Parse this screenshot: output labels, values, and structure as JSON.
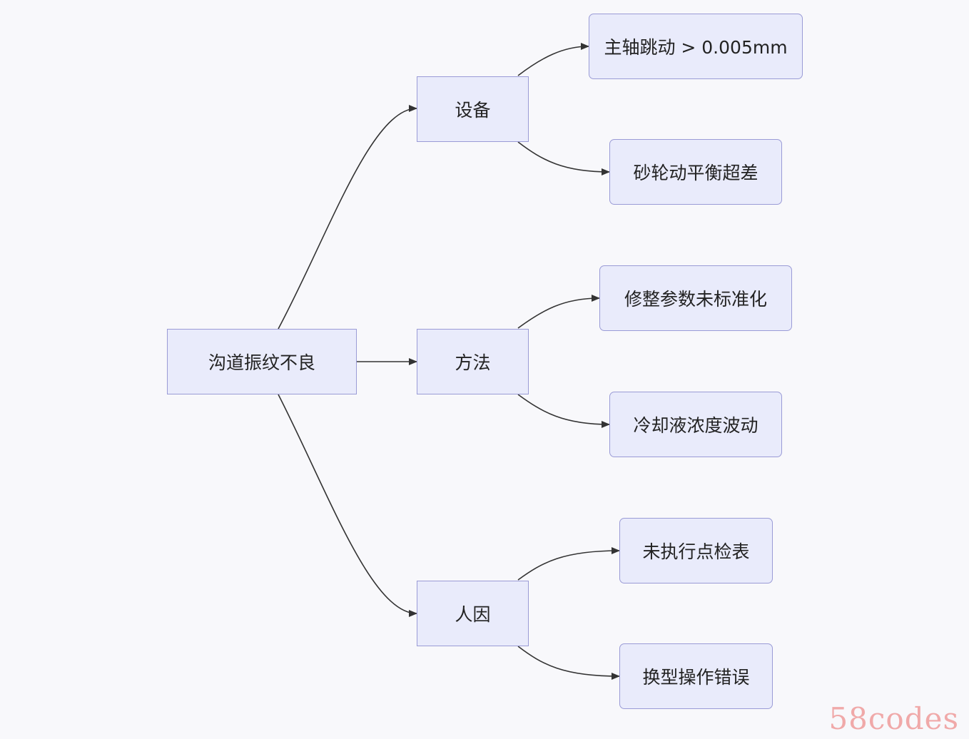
{
  "diagram": {
    "root": {
      "label": "沟道振纹不良"
    },
    "categories": [
      {
        "label": "设备",
        "causes": [
          "主轴跳动 > 0.005mm",
          "砂轮动平衡超差"
        ]
      },
      {
        "label": "方法",
        "causes": [
          "修整参数未标准化",
          "冷却液浓度波动"
        ]
      },
      {
        "label": "人因",
        "causes": [
          "未执行点检表",
          "换型操作错误"
        ]
      }
    ]
  },
  "watermark": "58codes"
}
